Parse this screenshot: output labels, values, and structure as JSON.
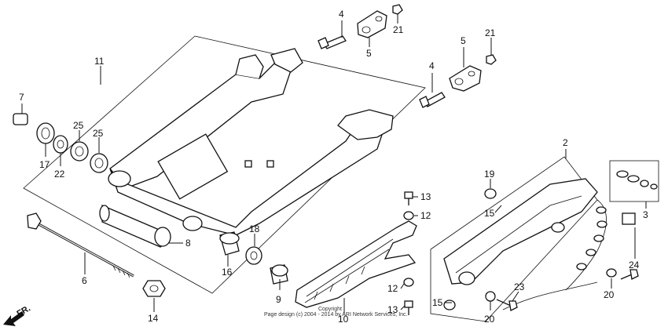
{
  "callouts": {
    "n1": "4",
    "n2": "21",
    "n3": "5",
    "n4": "5",
    "n5": "21",
    "n6": "4",
    "n7": "11",
    "n8": "7",
    "n9": "25",
    "n10": "25",
    "n11": "17",
    "n12": "22",
    "n13": "2",
    "n14": "19",
    "n15": "13",
    "n16": "12",
    "n17": "15",
    "n18": "3",
    "n19": "8",
    "n20": "18",
    "n21": "16",
    "n22": "6",
    "n23": "24",
    "n24": "23",
    "n25": "20",
    "n26": "9",
    "n27": "12",
    "n28": "13",
    "n29": "14",
    "n30": "10",
    "n31": "15",
    "n32": "20"
  },
  "direction_label": "FR.",
  "copyright": {
    "line1": "Copyright",
    "line2": "Page design (c) 2004 - 2014 by ARI Network Services, Inc."
  },
  "colors": {
    "ink": "#111111",
    "paper": "#ffffff"
  }
}
